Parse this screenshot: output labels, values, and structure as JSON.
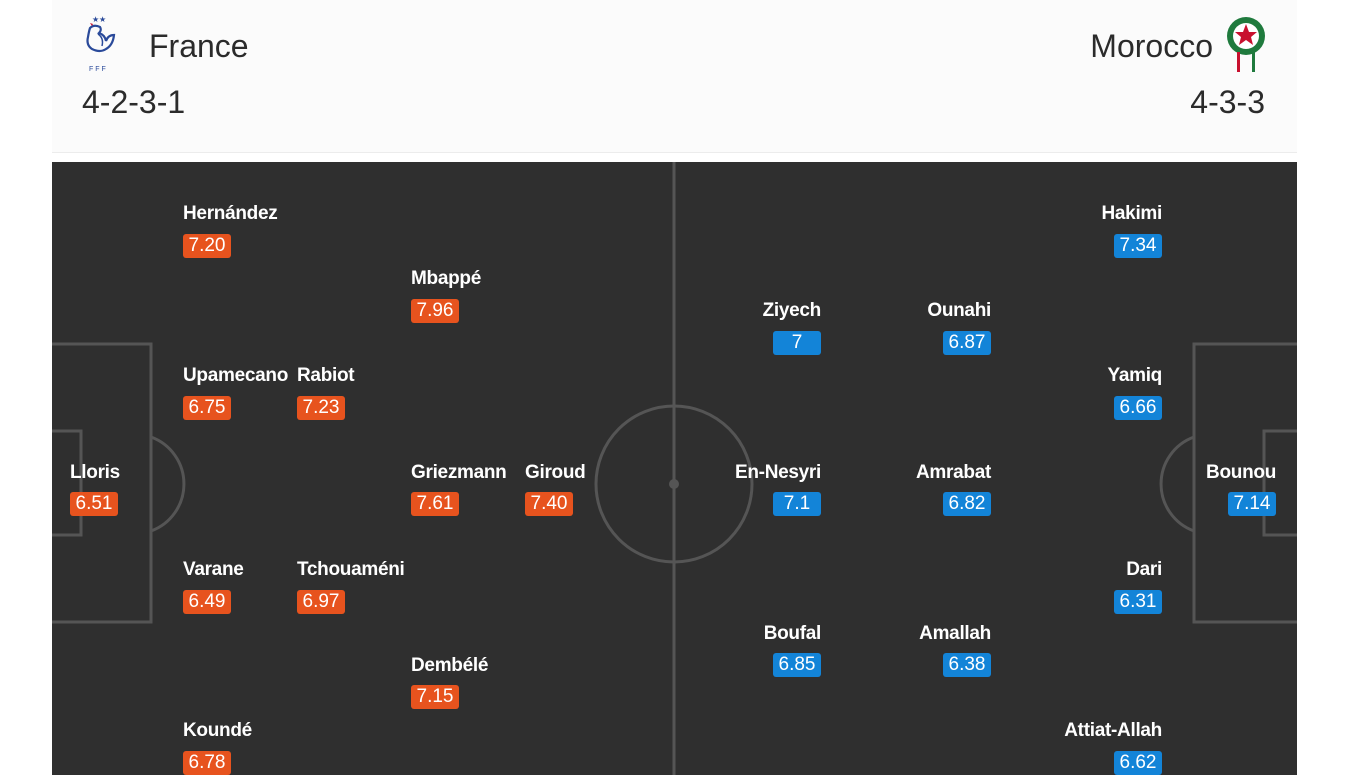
{
  "home": {
    "name": "France",
    "formation": "4-2-3-1",
    "logo_icon": "fff-rooster-logo",
    "rating_color": "#e7531e",
    "players": [
      {
        "name": "Lloris",
        "rating": "6.51"
      },
      {
        "name": "Hernández",
        "rating": "7.20"
      },
      {
        "name": "Upamecano",
        "rating": "6.75"
      },
      {
        "name": "Varane",
        "rating": "6.49"
      },
      {
        "name": "Koundé",
        "rating": "6.78"
      },
      {
        "name": "Rabiot",
        "rating": "7.23"
      },
      {
        "name": "Tchouaméni",
        "rating": "6.97"
      },
      {
        "name": "Mbappé",
        "rating": "7.96"
      },
      {
        "name": "Griezmann",
        "rating": "7.61"
      },
      {
        "name": "Dembélé",
        "rating": "7.15"
      },
      {
        "name": "Giroud",
        "rating": "7.40"
      }
    ]
  },
  "away": {
    "name": "Morocco",
    "formation": "4-3-3",
    "logo_icon": "frmf-crest-logo",
    "rating_color": "#1384d8",
    "players": [
      {
        "name": "Bounou",
        "rating": "7.14"
      },
      {
        "name": "Hakimi",
        "rating": "7.34"
      },
      {
        "name": "Yamiq",
        "rating": "6.66"
      },
      {
        "name": "Dari",
        "rating": "6.31"
      },
      {
        "name": "Attiat-Allah",
        "rating": "6.62"
      },
      {
        "name": "Ounahi",
        "rating": "6.87"
      },
      {
        "name": "Amrabat",
        "rating": "6.82"
      },
      {
        "name": "Amallah",
        "rating": "6.38"
      },
      {
        "name": "Ziyech",
        "rating": "7"
      },
      {
        "name": "En-Nesyri",
        "rating": "7.1"
      },
      {
        "name": "Boufal",
        "rating": "6.85"
      }
    ]
  },
  "pitch": {
    "background": "#2f2f2f",
    "line_color": "#555555"
  }
}
